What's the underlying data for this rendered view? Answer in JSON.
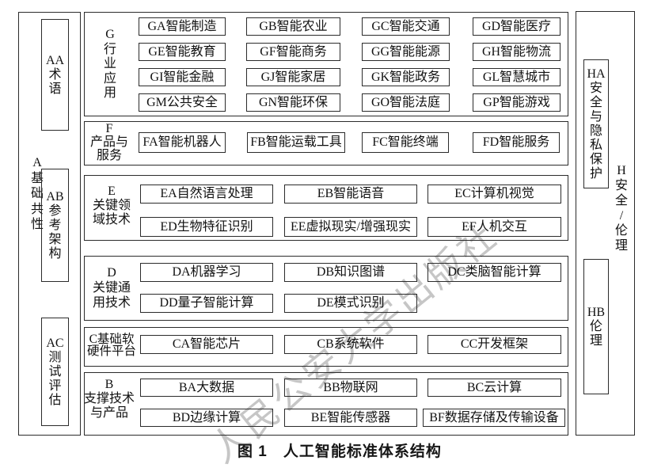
{
  "title": {
    "caption": "图 1　人工智能标准体系结构"
  },
  "watermark": "人民公安大学出版社",
  "left_column": {
    "label": "A\n基\n础\n共\n性",
    "items": [
      {
        "code": "AA",
        "text": "AA\n术\n语"
      },
      {
        "code": "AB",
        "text": "AB\n参\n考\n架\n构"
      },
      {
        "code": "AC",
        "text": "AC\n测\n试\n评\n估"
      }
    ]
  },
  "right_column": {
    "label": "H\n安\n全\n/\n伦\n理",
    "items": [
      {
        "code": "HA",
        "text": "HA\n安\n全\n与\n隐\n私\n保\n护"
      },
      {
        "code": "HB",
        "text": "HB\n伦\n理"
      }
    ]
  },
  "sections": [
    {
      "code": "G",
      "label": "G\n行\n业\n应\n用",
      "boxes": [
        "GA智能制造",
        "GB智能农业",
        "GC智能交通",
        "GD智能医疗",
        "GE智能教育",
        "GF智能商务",
        "GG智能能源",
        "GH智能物流",
        "GI智能金融",
        "GJ智能家居",
        "GK智能政务",
        "GL智慧城市",
        "GM公共安全",
        "GN智能环保",
        "GO智能法庭",
        "GP智能游戏"
      ]
    },
    {
      "code": "F",
      "label": "F\n产品与\n服务",
      "boxes": [
        "FA智能机器人",
        "FB智能运载工具",
        "FC智能终端",
        "FD智能服务"
      ]
    },
    {
      "code": "E",
      "label": "E\n关键领\n域技术",
      "boxes": [
        "EA自然语言处理",
        "EB智能语音",
        "EC计算机视觉",
        "ED生物特征识别",
        "EE虚拟现实/增强现实",
        "EF人机交互"
      ]
    },
    {
      "code": "D",
      "label": "D\n关键通\n用技术",
      "boxes": [
        "DA机器学习",
        "DB知识图谱",
        "DC类脑智能计算",
        "DD量子智能计算",
        "DE模式识别"
      ]
    },
    {
      "code": "C",
      "label": "C基础软\n硬件平台",
      "boxes": [
        "CA智能芯片",
        "CB系统软件",
        "CC开发框架"
      ]
    },
    {
      "code": "B",
      "label": "B\n支撑技术\n与产品",
      "boxes": [
        "BA大数据",
        "BB物联网",
        "BC云计算",
        "BD边缘计算",
        "BE智能传感器",
        "BF数据存储及传输设备"
      ]
    }
  ]
}
